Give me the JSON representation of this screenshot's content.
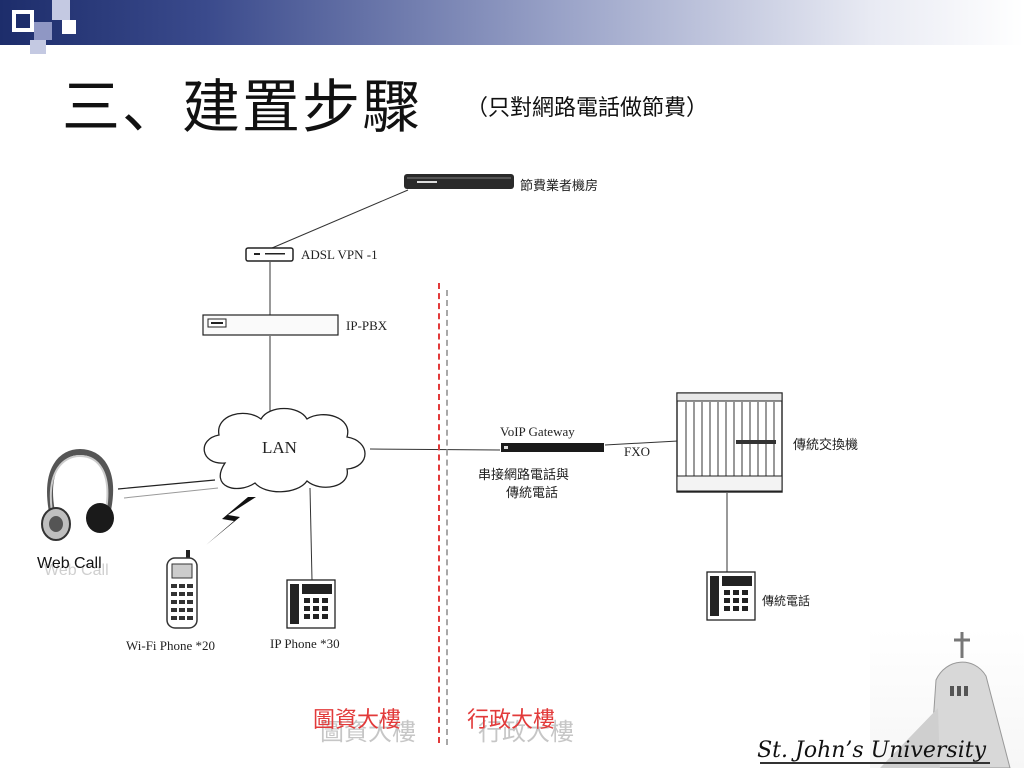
{
  "title": {
    "main": "三、建置步驟",
    "sub": "（只對網路電話做節費）"
  },
  "nodes": {
    "billing_room": "節費業者機房",
    "adsl": "ADSL VPN -1",
    "ippbx": "IP-PBX",
    "lan": "LAN",
    "voip_gateway": "VoIP Gateway",
    "gateway_desc_1": "串接網路電話與",
    "gateway_desc_2": "傳統電話",
    "fxo": "FXO",
    "pbx": "傳統交換機",
    "trad_phone": "傳統電話",
    "web_call": "Web Call",
    "wifi_phone": "Wi-Fi Phone *20",
    "ip_phone": "IP Phone *30"
  },
  "zones": {
    "left": "圖資大樓",
    "right": "行政大樓"
  },
  "footer": {
    "university": "St. John’s University"
  },
  "colors": {
    "accent_red": "#e23a3a",
    "banner_navy": "#1d2d6b"
  }
}
